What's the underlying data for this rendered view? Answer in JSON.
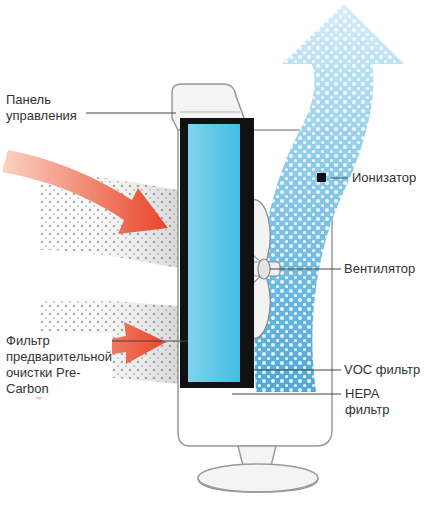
{
  "diagram": {
    "labels": [
      "Панель управления",
      "Ионизатор",
      "Вентилятор",
      "Фильтр предварительной очистки Pre-Carbon",
      "VOC фильтр",
      "HEPA фильтр"
    ]
  }
}
